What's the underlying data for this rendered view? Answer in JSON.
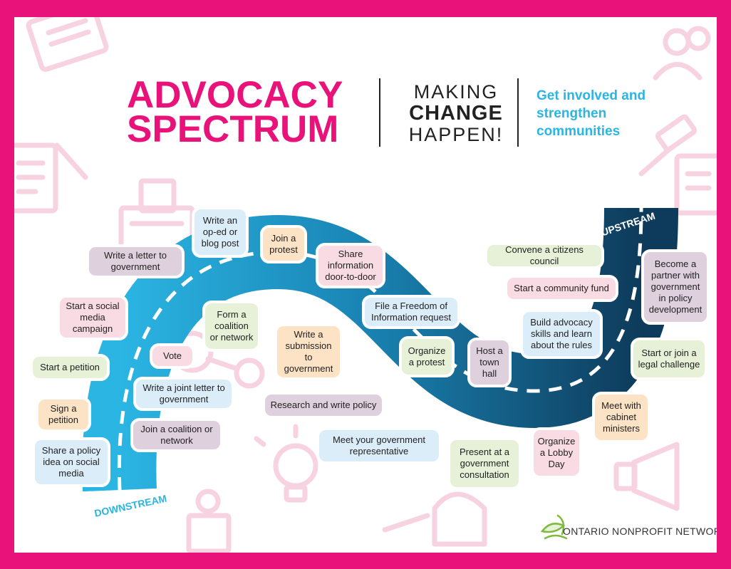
{
  "header": {
    "title_line1": "ADVOCACY",
    "title_line2": "SPECTRUM",
    "slogan_line1": "MAKING",
    "slogan_line2": "CHANGE",
    "slogan_line3": "HAPPEN!",
    "tagline": "Get involved and strengthen communities"
  },
  "path": {
    "downstream_label": "DOWNSTREAM",
    "upstream_label": "UPSTREAM",
    "gradient_start": "#2bb5e3",
    "gradient_end": "#0e3b5b",
    "dash_color": "#ffffff"
  },
  "colors": {
    "frame": "#e8127a",
    "pink": "#f9dbe3",
    "purple": "#dfd0de",
    "blue": "#dcedfa",
    "green": "#e7f1d8",
    "orange": "#fde3c6"
  },
  "actions": [
    "Share a policy idea on social media",
    "Sign a petition",
    "Start a petition",
    "Start a social media campaign",
    "Write a letter to government",
    "Write an op-ed or blog post",
    "Join a protest",
    "Share information door-to-door",
    "Form a coalition or network",
    "Vote",
    "Write a joint letter to government",
    "Join a coalition or network",
    "Write a submission to government",
    "Research and write policy",
    "File a Freedom of Information request",
    "Organize a protest",
    "Host a town hall",
    "Meet your government representative",
    "Present at a government consultation",
    "Organize a Lobby Day",
    "Convene a citizens council",
    "Start a community fund",
    "Build advocacy skills and learn about the rules",
    "Become a partner with government in policy development",
    "Start or join a legal challenge",
    "Meet with cabinet ministers"
  ],
  "footer": {
    "organization": "ONTARIO NONPROFIT NETWORK",
    "logo_icon": "leaf-logo-icon"
  }
}
